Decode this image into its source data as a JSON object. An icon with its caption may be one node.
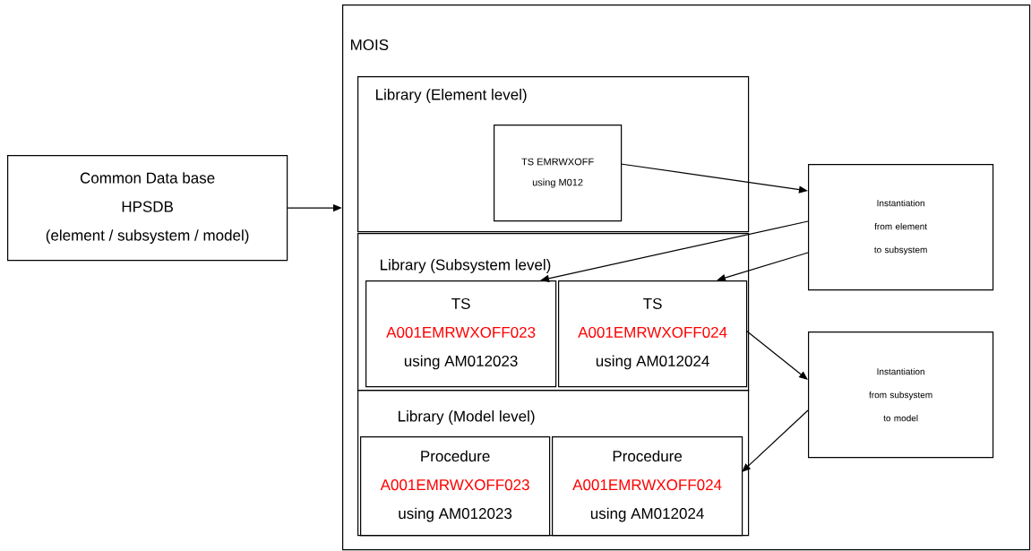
{
  "diagram": {
    "nodes": [
      {
        "text": [
          "Common Data base",
          "HPSDB",
          "(element / subsystem / model)"
        ]
      },
      {
        "text": [
          "MOIS"
        ]
      },
      {
        "text": [
          "Library (Element level)"
        ],
        "in": 1
      },
      {
        "text": [
          "TS EMRWXOFF",
          "using M012"
        ],
        "in": 2
      },
      {
        "text": [
          "Instantiation from element to subsystem"
        ],
        "in": 1
      },
      {
        "text": [
          "Library (Subsystem level)"
        ],
        "in": 1
      },
      {
        "text": [
          "TS",
          "A001EMRWXOFF023",
          "using AM012023"
        ],
        "in": 5
      },
      {
        "text": [
          "TS",
          "A001EMRWXOFF024",
          "using AM012024"
        ],
        "in": 5
      },
      {
        "text": [
          "Instantiation from subsystem to model"
        ],
        "in": 1
      },
      {
        "text": [
          "Library (Model level)"
        ],
        "in": 1
      },
      {
        "text": [
          "Procedure",
          "A001EMRWXOFF023",
          "using AM012023"
        ],
        "in": 9
      },
      {
        "text": [
          "Procedure",
          "A001EMRWXOFF024",
          "using AM012024"
        ],
        "in": 9
      }
    ],
    "edges": [
      {
        "from": 0,
        "to": 1,
        "arrow": "to"
      },
      {
        "from": 3,
        "to": 4,
        "arrow": "to"
      },
      {
        "from": 4,
        "to": 6,
        "arrow": "to"
      },
      {
        "from": 4,
        "to": 7,
        "arrow": "to"
      },
      {
        "from": 7,
        "to": 8,
        "arrow": "to"
      },
      {
        "from": 8,
        "to": 11,
        "arrow": "to"
      }
    ]
  }
}
